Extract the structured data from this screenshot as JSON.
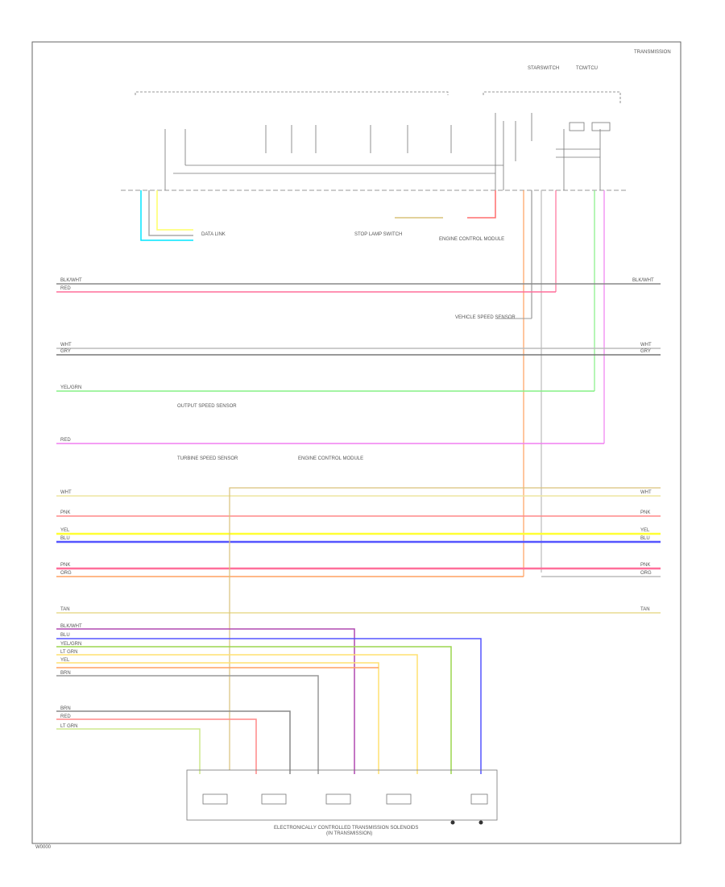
{
  "header": {
    "top_right": "TRANSMISSION",
    "connectors": [
      "STARSWITCH",
      "TCM/TCU"
    ]
  },
  "components": [
    {
      "id": "data-link",
      "label": "DATA LINK"
    },
    {
      "id": "stop-lamp-switch",
      "label": "STOP LAMP SWITCH"
    },
    {
      "id": "engine-ctrl-module-1",
      "label": "ENGINE CONTROL MODULE"
    },
    {
      "id": "vehicle-speed-sensor",
      "label": "VEHICLE SPEED SENSOR"
    },
    {
      "id": "output-speed-sensor",
      "label": "OUTPUT SPEED SENSOR"
    },
    {
      "id": "turbine-speed-sensor",
      "label": "TURBINE SPEED SENSOR"
    },
    {
      "id": "engine-ctrl-module-2",
      "label": "ENGINE CONTROL MODULE"
    }
  ],
  "solenoid_block_label": "ELECTRONICALLY CONTROLLED TRANSMISSION SOLENOIDS",
  "solenoid_block_sublabel": "(IN TRANSMISSION)",
  "footer_code": "W0000",
  "wire_colors": {
    "blk_wht": "#888888",
    "red": "#ff6f9a",
    "gray": "#9b9b9b",
    "yel_grn": "#9bd64e",
    "pink": "#f07ff0",
    "tan": "#d9c27a",
    "yel": "#ffff33",
    "blu": "#5555ff",
    "org": "#ffa060",
    "cyan": "#00e5ff",
    "grn": "#86f086",
    "vio": "#b048b0"
  },
  "wire_labels": {
    "blk_wht": "BLK/WHT",
    "red": "RED",
    "gray": "GRY",
    "wht": "WHT",
    "yel_grn": "YEL/GRN",
    "pnk": "PNK",
    "tan": "TAN",
    "yel": "YEL",
    "blu": "BLU",
    "org": "ORG",
    "brn": "BRN",
    "lt_grn": "LT GRN"
  }
}
